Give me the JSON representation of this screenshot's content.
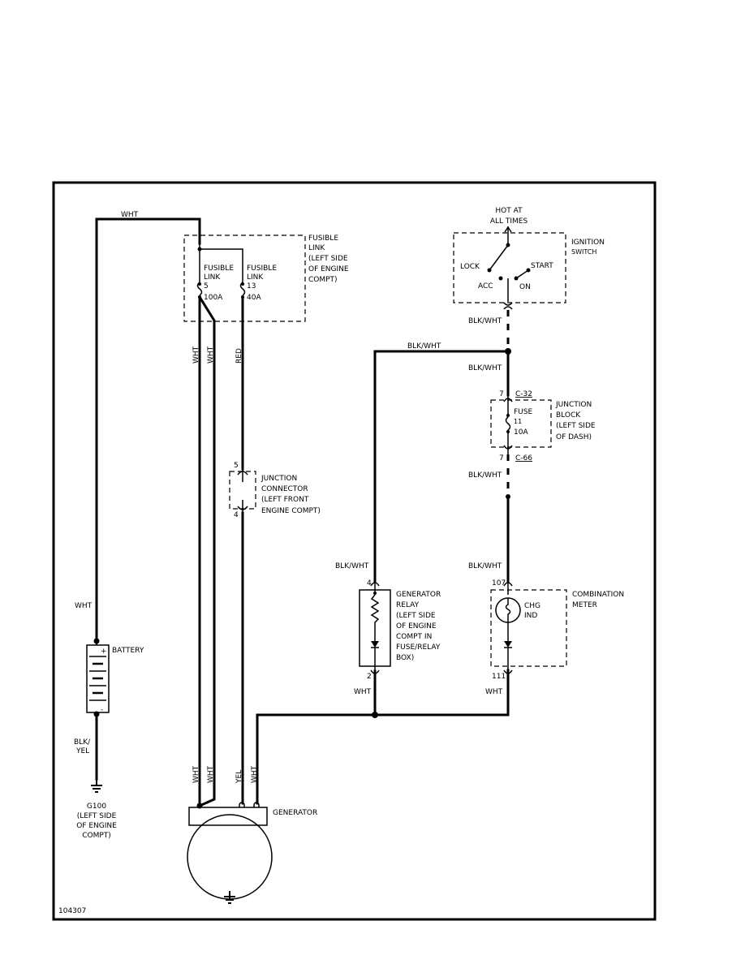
{
  "diagram_id": "104307",
  "wire_colors": {
    "wht": "WHT",
    "red": "RED",
    "yel": "YEL",
    "blk_wht": "BLK/WHT",
    "blk": "BLK/",
    "yel2": "YEL"
  },
  "fusible_link_box": {
    "title": [
      "FUSIBLE",
      "LINK",
      "(LEFT SIDE",
      "OF ENGINE",
      "COMPT)"
    ],
    "link_a": [
      "FUSIBLE",
      "LINK",
      "5",
      "100A"
    ],
    "link_b": [
      "FUSIBLE",
      "LINK",
      "13",
      "40A"
    ]
  },
  "ignition": {
    "hot": [
      "HOT AT",
      "ALL TIMES"
    ],
    "title": [
      "IGNITION",
      "SWITCH"
    ],
    "lock": "LOCK",
    "acc": "ACC",
    "start": "START",
    "on": "ON"
  },
  "junction_block": {
    "title": [
      "JUNCTION",
      "BLOCK",
      "(LEFT SIDE",
      "OF DASH)"
    ],
    "fuse": [
      "FUSE",
      "11",
      "10A"
    ],
    "pin_top": "7",
    "conn_top": "C-32",
    "pin_bottom": "7",
    "conn_bottom": "C-66"
  },
  "junction_connector": {
    "title": [
      "JUNCTION",
      "CONNECTOR",
      "(LEFT FRONT",
      "ENGINE COMPT)"
    ],
    "pin_top": "5",
    "pin_bottom": "4"
  },
  "generator_relay": {
    "title": [
      "GENERATOR",
      "RELAY",
      "(LEFT SIDE",
      "OF ENGINE",
      "COMPT IN",
      "FUSE/RELAY",
      "BOX)"
    ],
    "pin_top": "4",
    "pin_bottom": "2"
  },
  "combination_meter": {
    "title": [
      "COMBINATION",
      "METER"
    ],
    "lamp": [
      "CHG",
      "IND"
    ],
    "pin_top": "107",
    "pin_bottom": "111"
  },
  "battery": {
    "label": "BATTERY",
    "plus": "+",
    "minus": "-"
  },
  "ground": [
    "G100",
    "(LEFT SIDE",
    "OF ENGINE",
    "COMPT)"
  ],
  "generator": {
    "label": "GENERATOR"
  }
}
